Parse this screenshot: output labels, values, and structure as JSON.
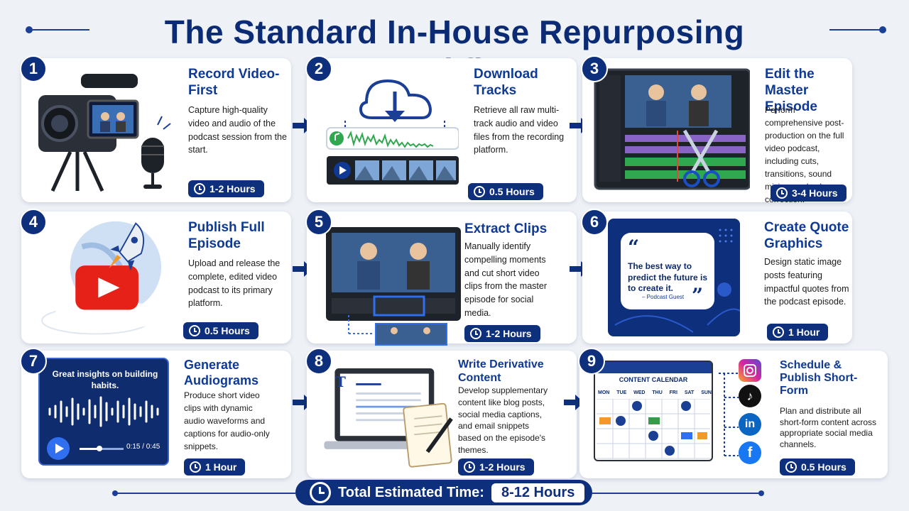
{
  "title": "The Standard In-House Repurposing Workflow",
  "steps": [
    {
      "number": "1",
      "title": "Record Video-First",
      "description": "Capture high-quality video and audio of the podcast session from the start.",
      "time": "1-2 Hours"
    },
    {
      "number": "2",
      "title": "Download Tracks",
      "description": "Retrieve all raw multi-track audio and video files from the recording platform.",
      "time": "0.5 Hours"
    },
    {
      "number": "3",
      "title": "Edit the Master Episode",
      "description": "Perform comprehensive post-production on the full video podcast, including cuts, transitions, sound mixing, and color correction.",
      "time": "3-4 Hours"
    },
    {
      "number": "4",
      "title": "Publish Full Episode",
      "description": "Upload and release the complete, edited video podcast to its primary platform.",
      "time": "0.5 Hours"
    },
    {
      "number": "5",
      "title": "Extract Clips",
      "description": "Manually identify compelling moments and cut short video clips from the master episode for social media.",
      "time": "1-2 Hours"
    },
    {
      "number": "6",
      "title": "Create Quote Graphics",
      "description": "Design static image posts featuring impactful quotes from the podcast episode.",
      "time": "1 Hour"
    },
    {
      "number": "7",
      "title": "Generate Audiograms",
      "description": "Produce short video clips with dynamic audio waveforms and captions for audio-only snippets.",
      "time": "1 Hour"
    },
    {
      "number": "8",
      "title": "Write Derivative Content",
      "description": "Develop supplementary content like blog posts, social media captions, and email snippets based on the episode's themes.",
      "time": "1-2 Hours"
    },
    {
      "number": "9",
      "title": "Schedule & Publish Short-Form",
      "description": "Plan and distribute all short-form content across appropriate social media channels.",
      "time": "0.5 Hours"
    }
  ],
  "quote_card": {
    "text": "The best way to predict the future is to create it.",
    "author": "– Podcast Guest"
  },
  "audiogram": {
    "caption": "Great insights on building habits.",
    "timestamp": "0:15 / 0:45"
  },
  "calendar": {
    "title": "CONTENT CALENDAR",
    "days": [
      "MON",
      "TUE",
      "WED",
      "THU",
      "FRI",
      "SAT",
      "SUN"
    ]
  },
  "document_letter": "T",
  "total": {
    "label": "Total Estimated Time:",
    "value": "8-12 Hours"
  },
  "colors": {
    "navy": "#0e2f7c",
    "accent": "#0e3a96",
    "youtube": "#e62117",
    "instagram": "#d6249f",
    "linkedin": "#0a66c2",
    "facebook": "#1877f2"
  }
}
